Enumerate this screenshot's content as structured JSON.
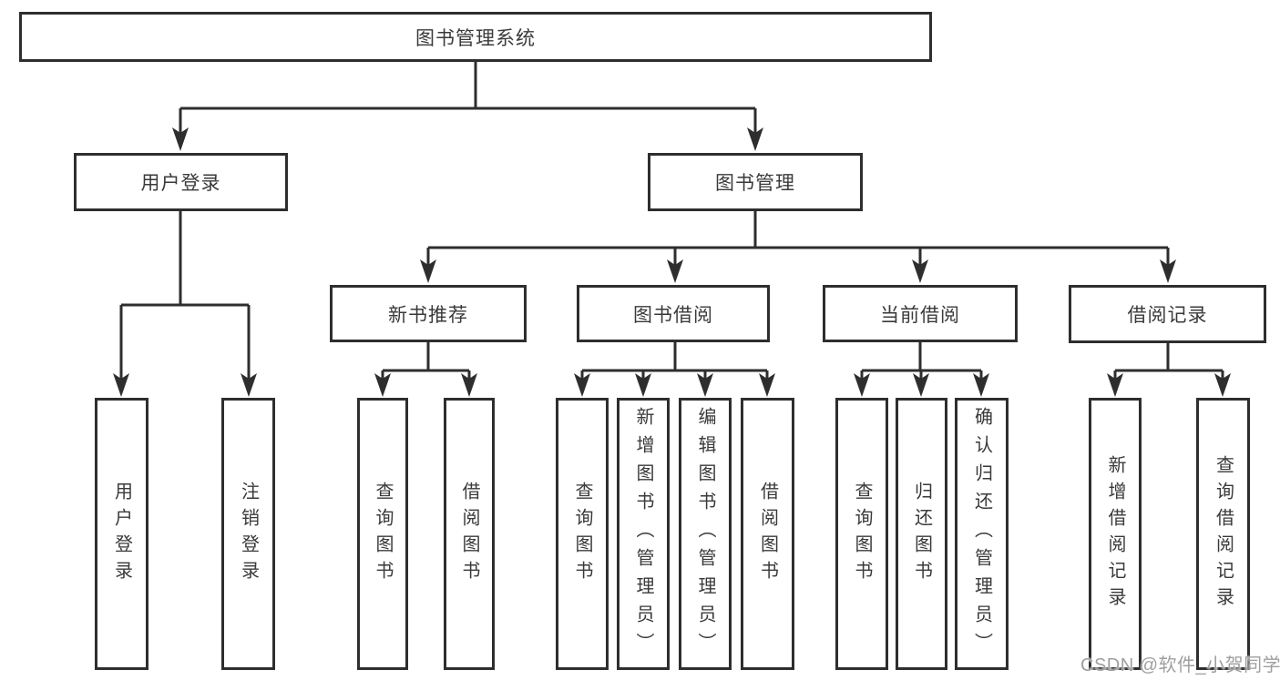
{
  "diagram": {
    "root_label": "图书管理系统",
    "level2": [
      {
        "label": "用户登录",
        "children": [
          {
            "label": "用户登录"
          },
          {
            "label": "注销登录"
          }
        ]
      },
      {
        "label": "图书管理",
        "children": [
          {
            "label": "新书推荐",
            "children": [
              {
                "label": "查询图书"
              },
              {
                "label": "借阅图书"
              }
            ]
          },
          {
            "label": "图书借阅",
            "children": [
              {
                "label": "查询图书"
              },
              {
                "label": "新增图书（管理员）"
              },
              {
                "label": "编辑图书（管理员）"
              },
              {
                "label": "借阅图书"
              }
            ]
          },
          {
            "label": "当前借阅",
            "children": [
              {
                "label": "查询图书"
              },
              {
                "label": "归还图书"
              },
              {
                "label": "确认归还（管理员）"
              }
            ]
          },
          {
            "label": "借阅记录",
            "children": [
              {
                "label": "新增借阅记录"
              },
              {
                "label": "查询借阅记录"
              }
            ]
          }
        ]
      }
    ]
  },
  "watermark": {
    "text": "CSDN @软件_小贺同学"
  },
  "colors": {
    "line": "#2e2e2e",
    "box_border": "#2e2e2e",
    "box_background": "#ffffff",
    "text": "#3a3a3a",
    "page_background": "#ffffff",
    "watermark_text": "#9f9f9f"
  }
}
